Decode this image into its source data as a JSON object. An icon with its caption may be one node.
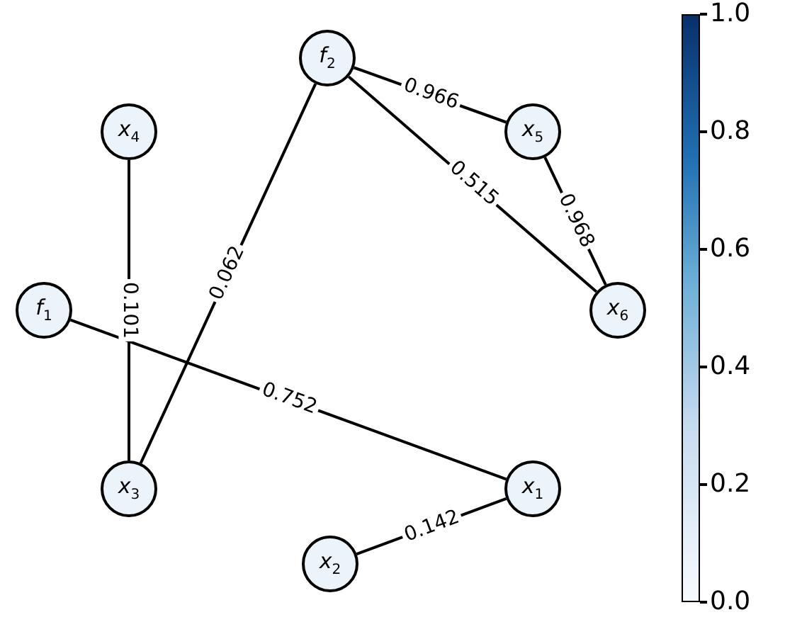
{
  "diagram": {
    "nodes": [
      {
        "text": [
          "*f*$_{2}$"
        ]
      },
      {
        "text": [
          "*x*$_{4}$"
        ]
      },
      {
        "text": [
          "*x*$_{5}$"
        ]
      },
      {
        "text": [
          "*f*$_{1}$"
        ]
      },
      {
        "text": [
          "*x*$_{6}$"
        ]
      },
      {
        "text": [
          "*x*$_{3}$"
        ]
      },
      {
        "text": [
          "*x*$_{1}$"
        ]
      },
      {
        "text": [
          "*x*$_{2}$"
        ]
      }
    ],
    "edges": [
      {
        "from": 0,
        "to": 2,
        "arrow": "none",
        "label": "0.966"
      },
      {
        "from": 0,
        "to": 4,
        "arrow": "none",
        "label": "0.515"
      },
      {
        "from": 2,
        "to": 4,
        "arrow": "none",
        "label": "0.968"
      },
      {
        "from": 0,
        "to": 5,
        "arrow": "none",
        "label": "0.062"
      },
      {
        "from": 1,
        "to": 5,
        "arrow": "none",
        "label": "0.101"
      },
      {
        "from": 3,
        "to": 6,
        "arrow": "none",
        "label": "0.752"
      },
      {
        "from": 7,
        "to": 6,
        "arrow": "none",
        "label": "0.142"
      }
    ],
    "labels": [
      "1.0",
      "0.8",
      "0.6",
      "0.4",
      "0.2",
      "0.0"
    ]
  }
}
